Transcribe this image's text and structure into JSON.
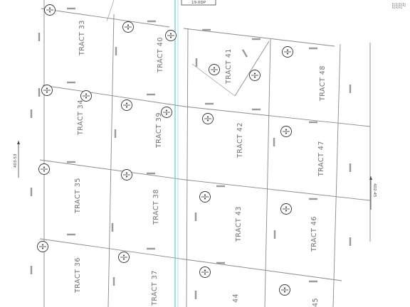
{
  "map": {
    "top_label": "19-XDP",
    "corner_text": [
      "ZZ",
      "ZZZ",
      "ZZZ",
      "ZZZ"
    ],
    "side_refs": [
      {
        "id": "ref-left",
        "text": "403-53"
      },
      {
        "id": "ref-right",
        "text": "402-45"
      }
    ],
    "tracts": [
      {
        "id": "tract-33",
        "label": "TRACT 33"
      },
      {
        "id": "tract-34",
        "label": "TRACT 34"
      },
      {
        "id": "tract-35",
        "label": "TRACT 35"
      },
      {
        "id": "tract-36",
        "label": "TRACT 36"
      },
      {
        "id": "tract-37",
        "label": "TRACT 37"
      },
      {
        "id": "tract-38",
        "label": "TRACT 38"
      },
      {
        "id": "tract-39",
        "label": "TRACT 39"
      },
      {
        "id": "tract-40",
        "label": "TRACT 40"
      },
      {
        "id": "tract-41",
        "label": "TRACT 41"
      },
      {
        "id": "tract-42",
        "label": "TRACT 42"
      },
      {
        "id": "tract-43",
        "label": "TRACT 43"
      },
      {
        "id": "tract-44",
        "label": "44"
      },
      {
        "id": "tract-45",
        "label": "45"
      },
      {
        "id": "tract-46",
        "label": "TRACT 46"
      },
      {
        "id": "tract-47",
        "label": "TRACT 47"
      },
      {
        "id": "tract-48",
        "label": "TRACT 48"
      }
    ],
    "markers": [
      {
        "id": "m1",
        "top": "",
        "bottom": ""
      },
      {
        "id": "m2",
        "top": "",
        "bottom": ""
      },
      {
        "id": "m3",
        "top": "",
        "bottom": ""
      },
      {
        "id": "m4",
        "top": "",
        "bottom": ""
      },
      {
        "id": "m5",
        "top": "",
        "bottom": ""
      },
      {
        "id": "m6",
        "top": "",
        "bottom": ""
      },
      {
        "id": "m7",
        "top": "",
        "bottom": ""
      },
      {
        "id": "m8",
        "top": "",
        "bottom": ""
      },
      {
        "id": "m9",
        "top": "",
        "bottom": ""
      },
      {
        "id": "m10",
        "top": "",
        "bottom": ""
      },
      {
        "id": "m11",
        "top": "",
        "bottom": ""
      },
      {
        "id": "m12",
        "top": "",
        "bottom": ""
      },
      {
        "id": "m13",
        "top": "",
        "bottom": ""
      },
      {
        "id": "m14",
        "top": "",
        "bottom": ""
      },
      {
        "id": "m15",
        "top": "",
        "bottom": ""
      },
      {
        "id": "m16",
        "top": "",
        "bottom": ""
      },
      {
        "id": "m17",
        "top": "",
        "bottom": ""
      },
      {
        "id": "m18",
        "top": "",
        "bottom": ""
      },
      {
        "id": "m19",
        "top": "",
        "bottom": ""
      },
      {
        "id": "m20",
        "top": "",
        "bottom": ""
      }
    ],
    "note_blocks": [
      {
        "id": "note-left",
        "text": ""
      },
      {
        "id": "note-center-1",
        "text": ""
      },
      {
        "id": "note-center-2",
        "text": ""
      },
      {
        "id": "note-right",
        "text": ""
      }
    ]
  }
}
